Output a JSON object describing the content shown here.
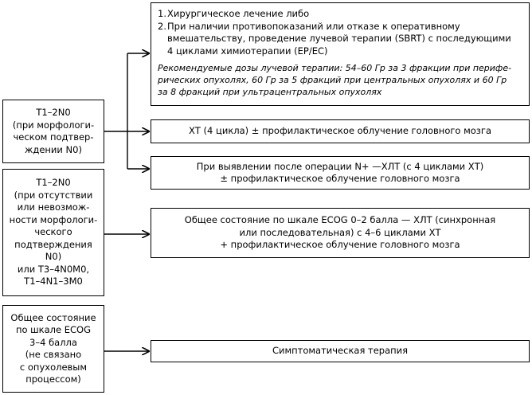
{
  "conditions": [
    {
      "lines": [
        "T1–2N0",
        "(при морфологи-",
        "ческом подтвер-",
        "ждении N0)"
      ]
    },
    {
      "lines": [
        "T1–2N0",
        "(при отсутствии",
        "или невозмож-",
        "ности морфологи-",
        "ческого",
        "подтверждения",
        "N0)",
        "или T3–4N0M0,",
        "T1–4N1–3M0"
      ]
    },
    {
      "lines": [
        "Общее состояние",
        "по шкале ECOG",
        "3–4 балла",
        "(не связано",
        "с опухолевым",
        "процессом)"
      ]
    }
  ],
  "recommendations": {
    "surgery": {
      "items": [
        {
          "num": "1.",
          "lines": [
            "Хирургическое лечение либо"
          ]
        },
        {
          "num": "2.",
          "lines": [
            "При наличии противопоказаний или отказе к оперативному",
            "вмешательству, проведение лучевой терапии (SBRT) с последующими",
            "4 циклами химиотерапии (EP/EC)"
          ]
        }
      ],
      "note_lines": [
        "Рекомендуемые дозы лучевой терапии: 54–60 Гр за 3 фракции при перифе-",
        "рических опухолях, 60 Гр за 5 фракций при центральных опухолях и 60 Гр",
        "за 8 фракций при ультрацентральных опухолях"
      ]
    },
    "chemo": {
      "lines": [
        "ХТ (4 цикла) ± профилактическое облучение головного мозга"
      ]
    },
    "postop": {
      "lines": [
        "При выявлении после операции N+ —ХЛТ (с 4 циклами ХТ)",
        "± профилактическое облучение головного мозга"
      ]
    },
    "chemoradiation": {
      "lines": [
        "Общее состояние по шкале ECOG 0–2 балла — ХЛТ (синхронная",
        "или последовательная) с 4–6 циклами ХТ",
        "+ профилактическое облучение головного мозга"
      ]
    },
    "symptomatic": {
      "lines": [
        "Симптоматическая терапия"
      ]
    }
  }
}
